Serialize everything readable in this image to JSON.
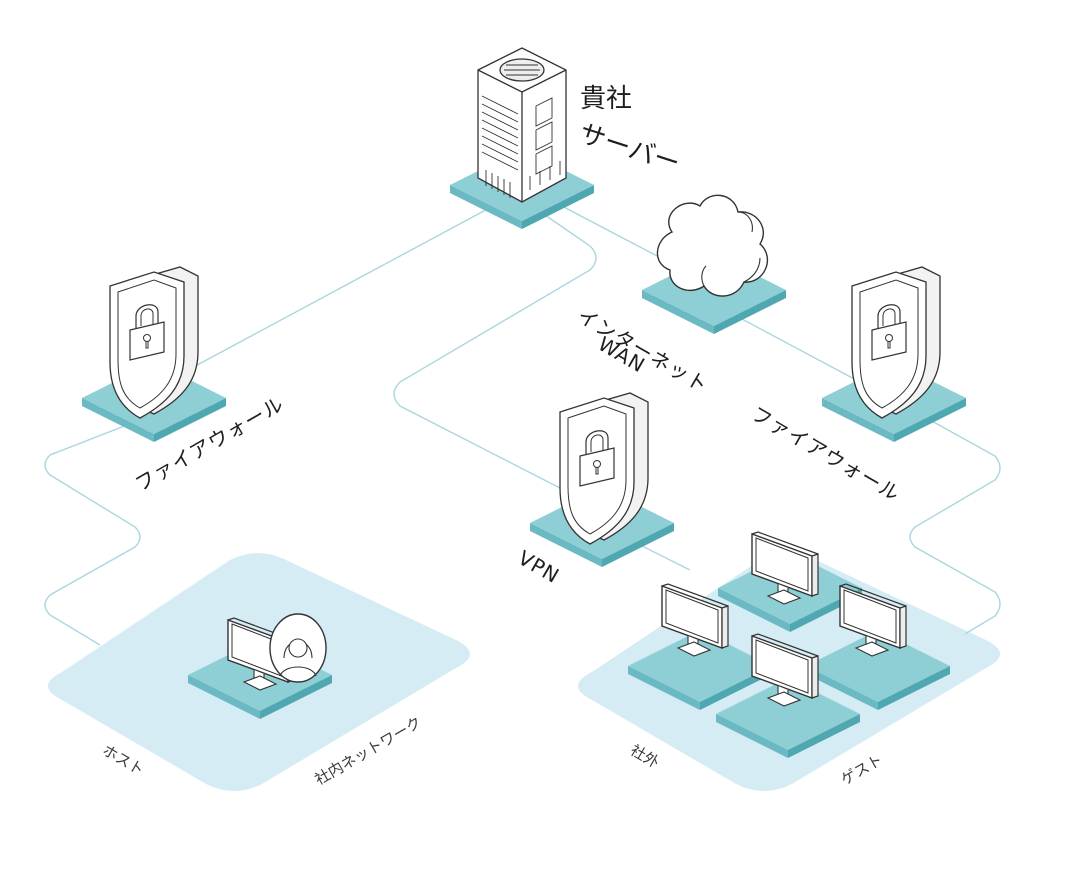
{
  "labels": {
    "server_line1": "貴社",
    "server_line2": "サーバー",
    "internet_line1": "インターネット",
    "internet_line2": "WAN",
    "firewall_left": "ファイアウォール",
    "firewall_right": "ファイアウォール",
    "vpn": "VPN",
    "host": "ホスト",
    "internal_network": "社内ネットワーク",
    "external": "社外",
    "guest": "ゲスト"
  },
  "colors": {
    "tile_top": "#8ecfd6",
    "tile_side_left": "#6bb9c2",
    "tile_side_right": "#4fa7b1",
    "zone_fill": "#d6ecf4",
    "connector": "#a9d7dd",
    "outline": "#333333"
  },
  "icons": [
    "server-icon",
    "cloud-icon",
    "shield-lock-icon",
    "monitor-icon",
    "user-avatar-icon"
  ]
}
